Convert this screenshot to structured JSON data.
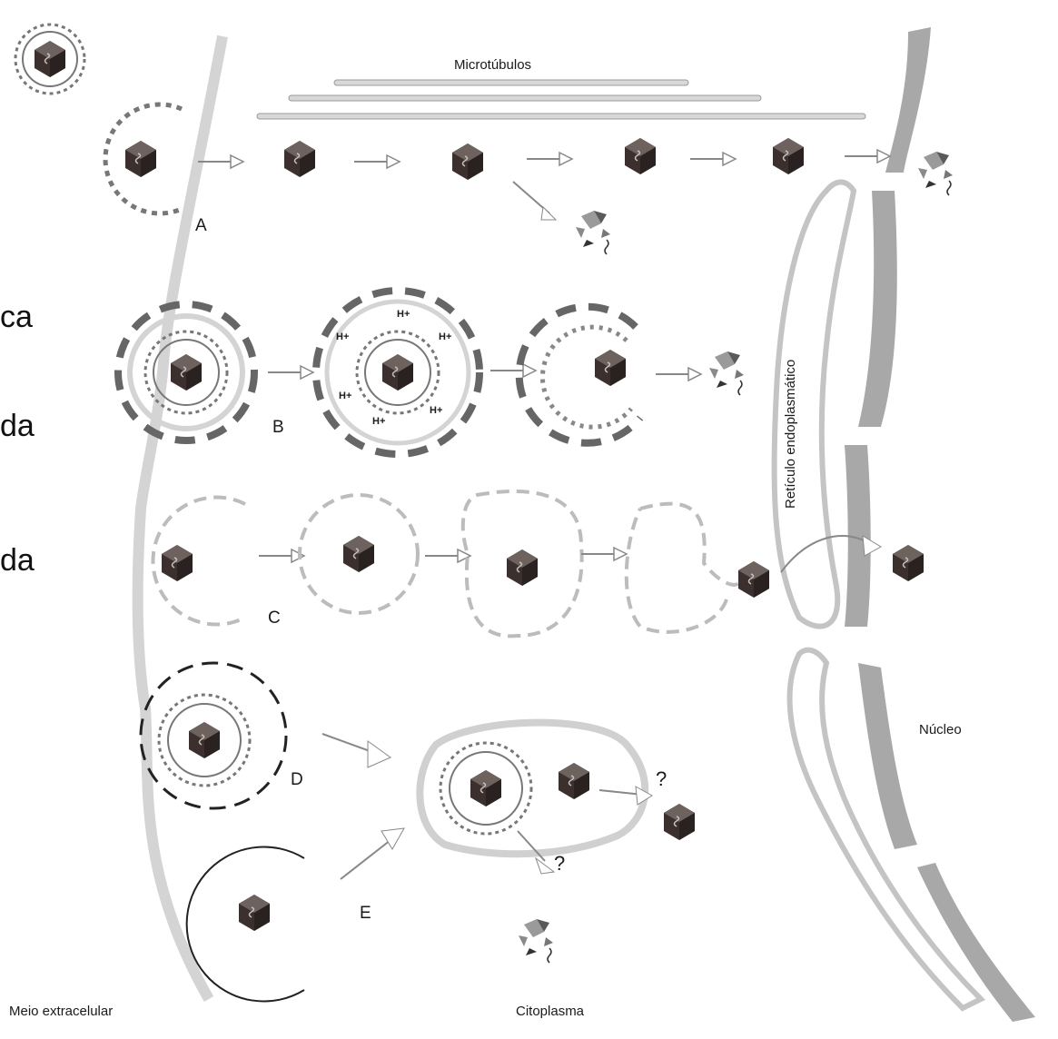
{
  "labels": {
    "microtubules": "Microtúbulos",
    "er": "Retículo endoplasmático",
    "nucleus": "Núcleo",
    "extracellular": "Meio extracelular",
    "cytoplasm": "Citoplasma",
    "route_a": "A",
    "route_b": "B",
    "route_c": "C",
    "route_d": "D",
    "route_e": "E",
    "question": "?",
    "proton": "H+"
  },
  "cutoff_text": [
    "ca",
    "da",
    "da"
  ],
  "colors": {
    "membrane": "#cfcfcf",
    "nuclear_envelope": "#a8a8a8",
    "capsid": "#3a2e2c",
    "coat": "#777777",
    "line": "#555555"
  }
}
